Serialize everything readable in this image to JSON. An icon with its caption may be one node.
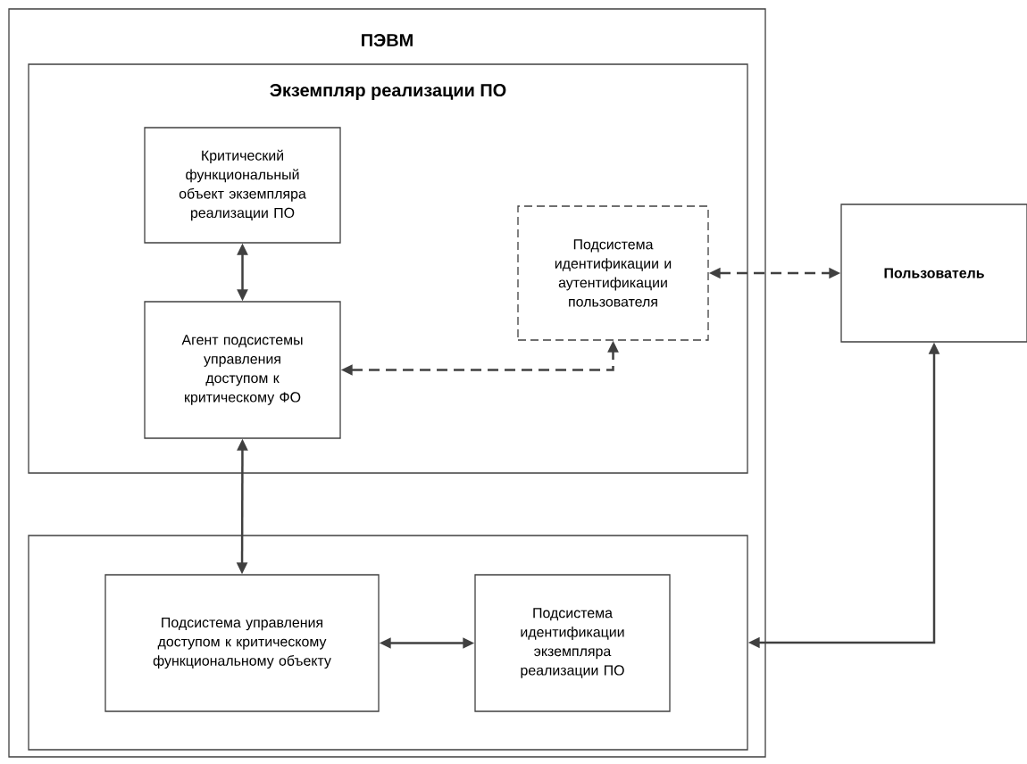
{
  "diagram": {
    "nodes": [
      {
        "text": [
          "ПЭВМ"
        ]
      },
      {
        "text": [
          "Экземпляр реализации ПО"
        ],
        "in": 0
      },
      {
        "text": [
          "Критический функциональный объект экземпляра реализации ПО"
        ],
        "in": 1
      },
      {
        "text": [
          "Подсистема идентификации и аутентификации пользователя"
        ],
        "in": 1
      },
      {
        "text": [
          "Агент подсистемы управления доступом к критическому ФО"
        ],
        "in": 1
      },
      {
        "text": [],
        "shape": "box",
        "in": 0
      },
      {
        "text": [
          "Подсистема управления доступом к критическому функциональному объекту"
        ],
        "in": 5
      },
      {
        "text": [
          "Подсистема идентификации экземпляра реализации ПО"
        ],
        "in": 5
      },
      {
        "text": [
          "Пользователь"
        ]
      }
    ],
    "edges": [
      {
        "from": 2,
        "to": 4,
        "arrow": "both"
      },
      {
        "from": 4,
        "to": 3,
        "arrow": "both",
        "style": "dashed"
      },
      {
        "from": 3,
        "to": 8,
        "arrow": "both",
        "style": "dashed"
      },
      {
        "from": 4,
        "to": 6,
        "arrow": "both"
      },
      {
        "from": 6,
        "to": 7,
        "arrow": "both"
      },
      {
        "from": 8,
        "to": 5,
        "arrow": "both"
      }
    ]
  }
}
